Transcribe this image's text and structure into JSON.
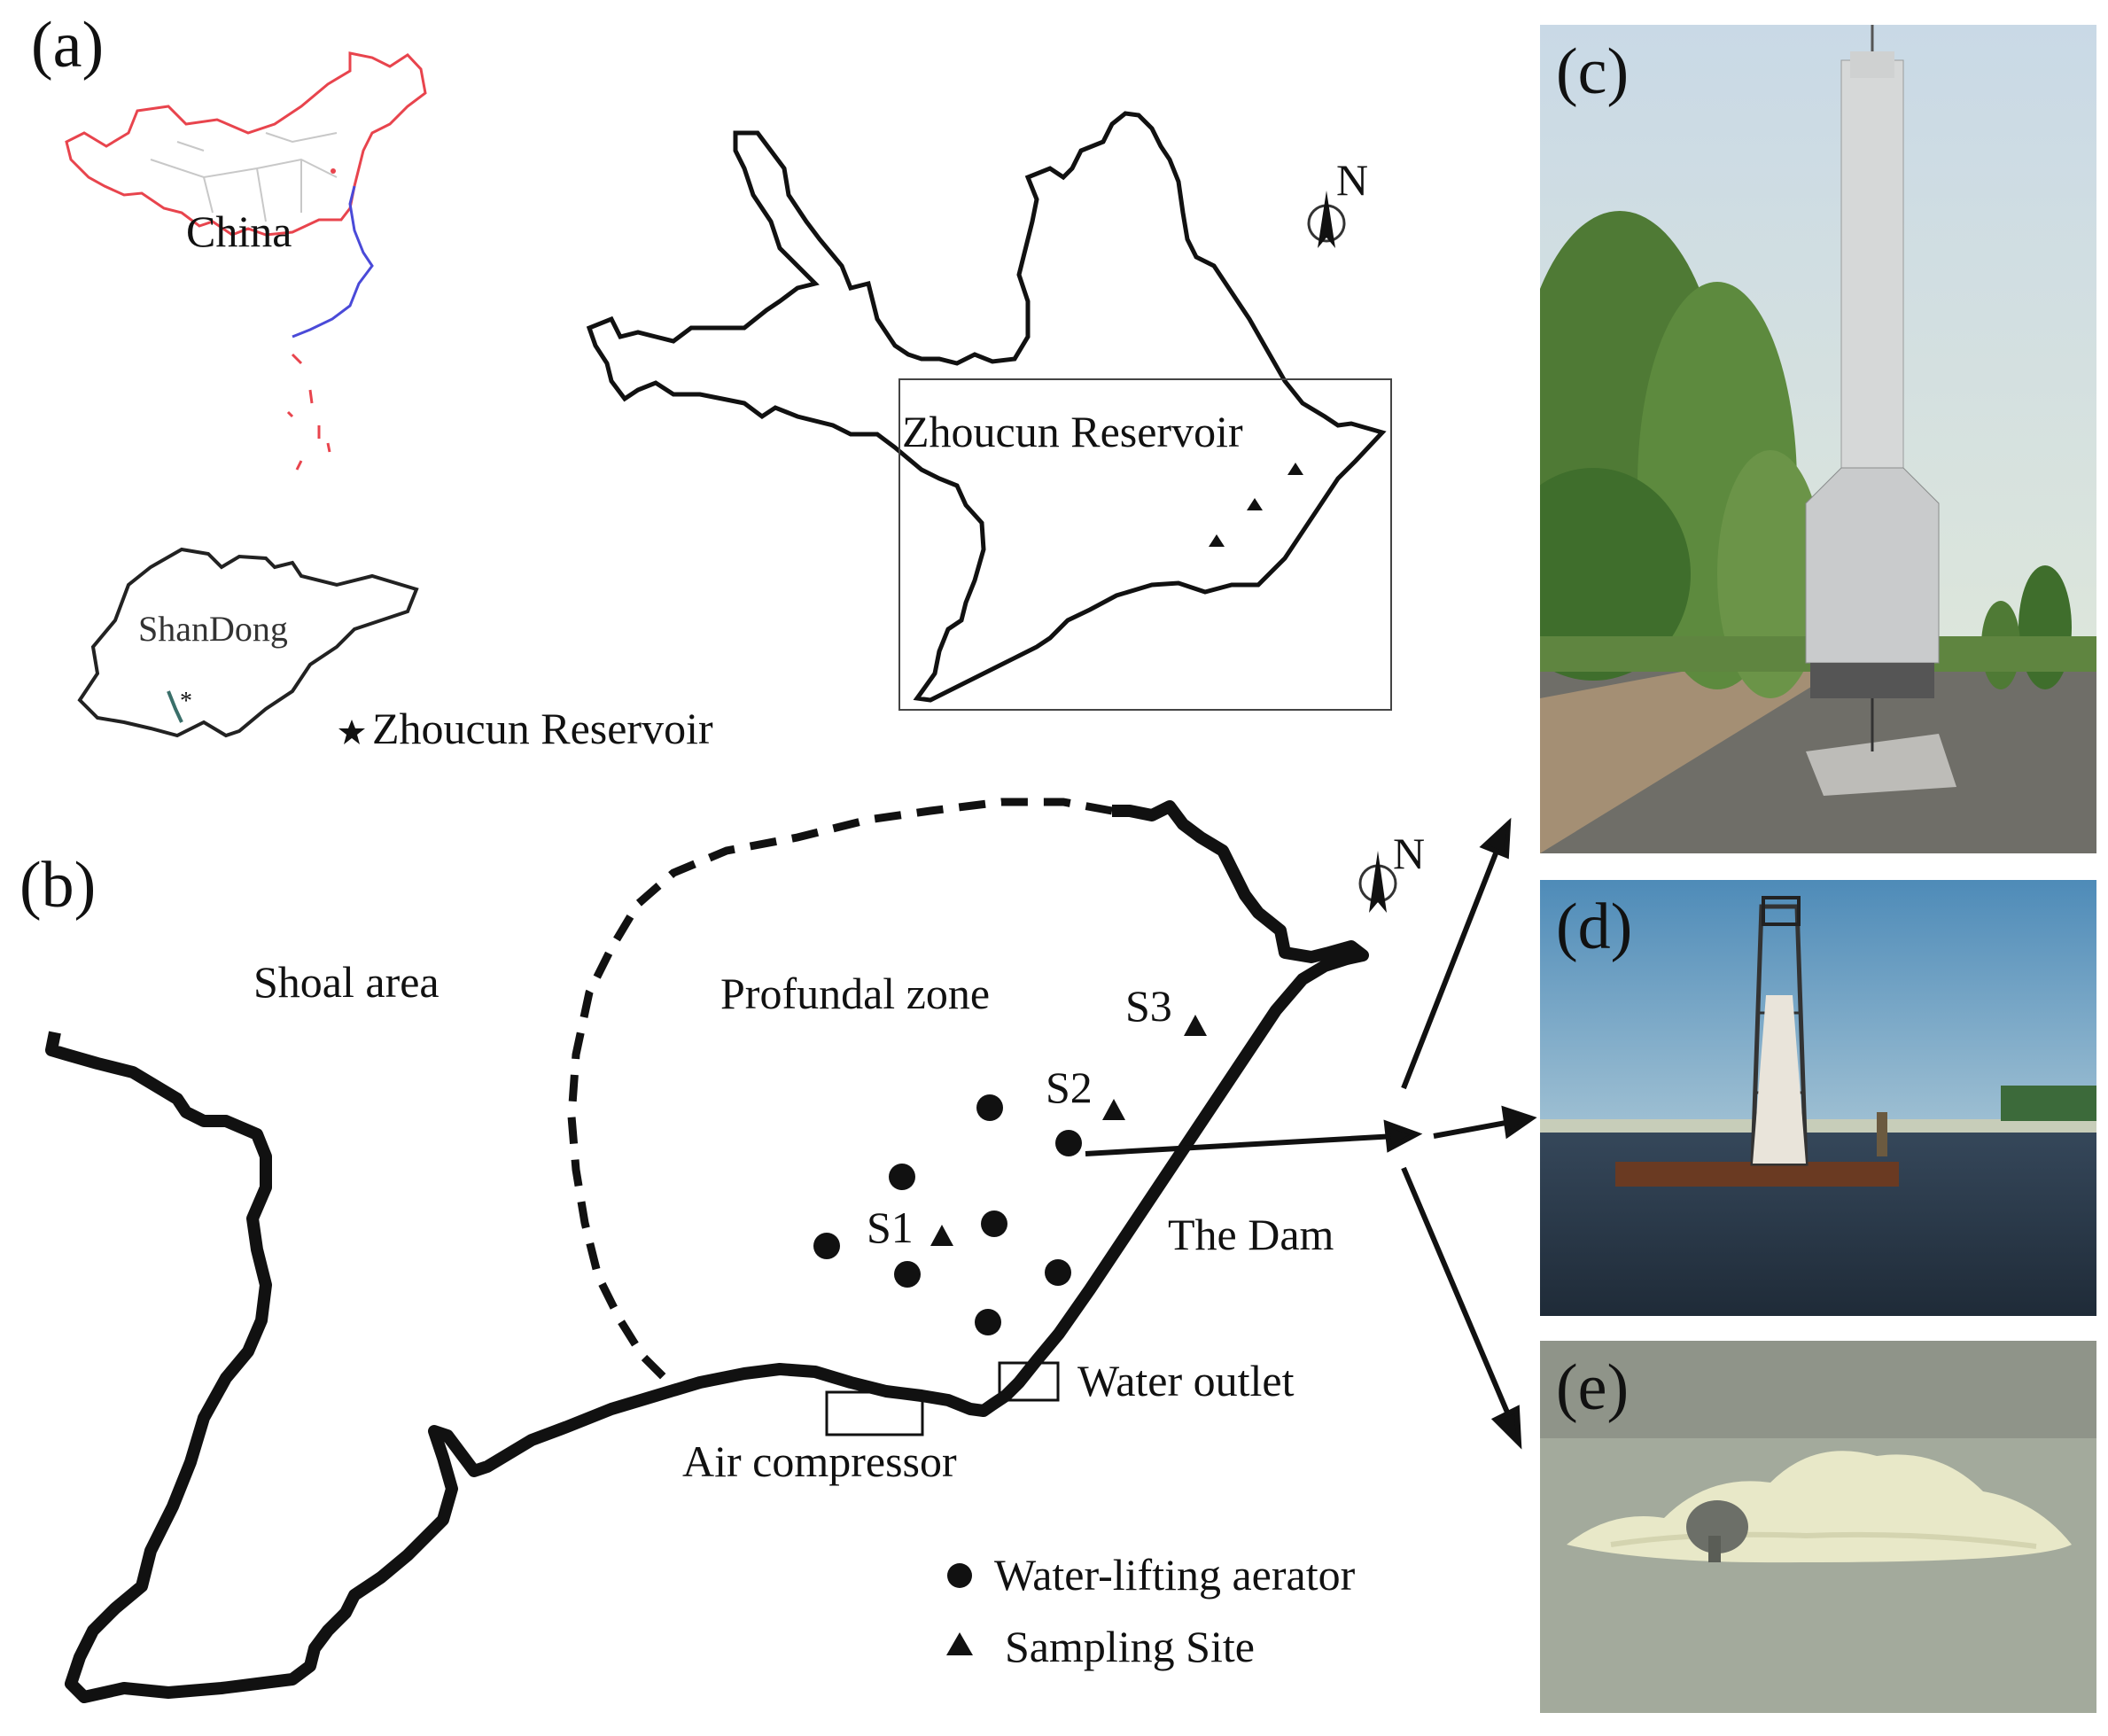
{
  "figure": {
    "panels": {
      "a": "(a)",
      "b": "(b)",
      "c": "(c)",
      "d": "(d)",
      "e": "(e)"
    },
    "panel_a": {
      "country_label": "China",
      "province_label": "ShanDong",
      "legend_text": "Zhoucun Reservoir",
      "legend_icon": "star-icon",
      "reservoir_label": "Zhoucun Reservoir",
      "north_label": "N",
      "colors": {
        "country_border": "#e8444d",
        "coast": "#4a4ad8",
        "outline": "#111111"
      }
    },
    "panel_b": {
      "shoal_label": "Shoal area",
      "profundal_label": "Profundal zone",
      "dam_label": "The Dam",
      "water_outlet_label": "Water outlet",
      "air_compressor_label": "Air compressor",
      "north_label": "N",
      "sites": [
        "S1",
        "S2",
        "S3"
      ],
      "legend": [
        {
          "icon": "circle-icon",
          "label": "Water-lifting aerator"
        },
        {
          "icon": "triangle-icon",
          "label": "Sampling Site"
        }
      ]
    },
    "photos": {
      "c": "aerator tower on land",
      "d": "aerator deployed on raft",
      "e": "aerator outflow at surface"
    }
  }
}
